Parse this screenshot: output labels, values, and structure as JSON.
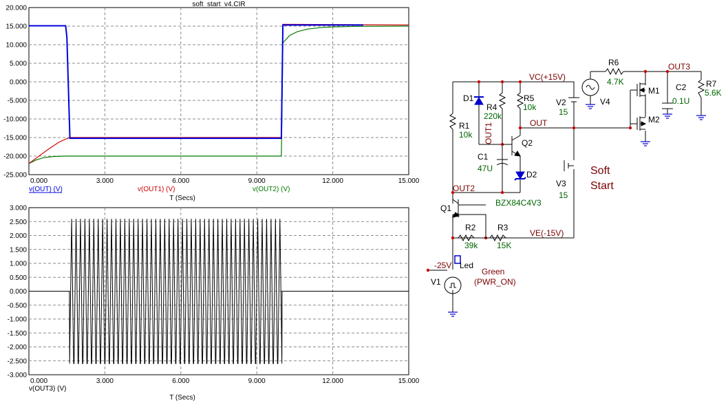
{
  "window": {
    "title": "soft_start_v4.CIR"
  },
  "plot_top": {
    "chart_data": {
      "type": "line",
      "xlim": [
        0,
        15
      ],
      "ylim": [
        -25,
        20
      ],
      "x_ticks": [
        "0.000",
        "3.000",
        "6.000",
        "9.000",
        "12.000",
        "15.000"
      ],
      "y_ticks": [
        "20.000",
        "15.000",
        "10.000",
        "5.000",
        "0.000",
        "-5.000",
        "-10.000",
        "-15.000",
        "-20.000",
        "-25.000"
      ],
      "xlabel": "T (Secs)",
      "grid": true,
      "series": [
        {
          "name": "v(OUT) (V)",
          "color": "#0000dd",
          "x": [
            0,
            1.45,
            1.5,
            1.62,
            9.97,
            10.03,
            13.2
          ],
          "y": [
            15.1,
            15.1,
            12,
            -15.2,
            -15.2,
            15.3,
            15.3
          ]
        },
        {
          "name": "v(OUT1) (V)",
          "color": "#cc0000",
          "x": [
            0,
            0.4,
            0.8,
            1.2,
            1.6,
            9.97,
            10.03,
            15
          ],
          "y": [
            -22,
            -20,
            -18,
            -16.2,
            -15,
            -15,
            15.5,
            15.3
          ]
        },
        {
          "name": "v(OUT2) (V)",
          "color": "#007a00",
          "x": [
            0,
            0.3,
            0.6,
            1,
            1.5,
            9.97,
            10.03,
            10.3,
            10.6,
            11,
            11.5,
            12,
            13,
            15
          ],
          "y": [
            -22,
            -21,
            -20.4,
            -20.1,
            -20,
            -20,
            10.5,
            12.5,
            13.5,
            14.2,
            14.6,
            14.8,
            14.95,
            15
          ]
        }
      ]
    }
  },
  "plot_bottom": {
    "chart_data": {
      "type": "line",
      "xlim": [
        0,
        15
      ],
      "ylim": [
        -3,
        3
      ],
      "x_ticks": [
        "0.000",
        "3.000",
        "6.000",
        "9.000",
        "12.000",
        "15.000"
      ],
      "y_ticks": [
        "3.000",
        "2.500",
        "2.000",
        "1.500",
        "1.000",
        "0.500",
        "0.000",
        "-0.500",
        "-1.000",
        "-1.500",
        "-2.000",
        "-2.500",
        "-3.000"
      ],
      "xlabel": "T (Secs)",
      "grid": true,
      "series": [
        {
          "name": "v(OUT3) (V)",
          "color": "#000000",
          "x_on": 1.6,
          "x_off": 10.0,
          "amplitude": 2.6,
          "cycles": 48,
          "idle_level": 0
        }
      ]
    }
  },
  "schematic": {
    "nets": {
      "vc": "VC(+15V)",
      "ve": "VE(-15V)",
      "out": "OUT",
      "out1": "OUT1",
      "out2": "OUT2",
      "out3": "OUT3",
      "neg25": "-25V"
    },
    "components": {
      "r1": {
        "ref": "R1",
        "value": "10k"
      },
      "d1": {
        "ref": "D1"
      },
      "r4": {
        "ref": "R4",
        "value": "220k"
      },
      "r5": {
        "ref": "R5",
        "value": "10k"
      },
      "v2": {
        "ref": "V2",
        "value": "15"
      },
      "q2": {
        "ref": "Q2"
      },
      "c1": {
        "ref": "C1",
        "value": "47U"
      },
      "d2": {
        "ref": "D2",
        "part": "BZX84C4V3"
      },
      "v3": {
        "ref": "V3",
        "value": "15"
      },
      "q1": {
        "ref": "Q1"
      },
      "r2": {
        "ref": "R2",
        "value": "39k"
      },
      "r3": {
        "ref": "R3",
        "value": "15K"
      },
      "led": {
        "ref": "Led",
        "color": "Green",
        "net": "(PWR_ON)"
      },
      "v1": {
        "ref": "V1"
      },
      "r6": {
        "ref": "R6",
        "value": "4.7K"
      },
      "v4": {
        "ref": "V4"
      },
      "m1": {
        "ref": "M1"
      },
      "m2": {
        "ref": "M2"
      },
      "c2": {
        "ref": "C2",
        "value": "0.1U"
      },
      "r7": {
        "ref": "R7",
        "value": "5.6K"
      }
    },
    "note": {
      "line1": "Soft",
      "line2": "Start"
    }
  }
}
